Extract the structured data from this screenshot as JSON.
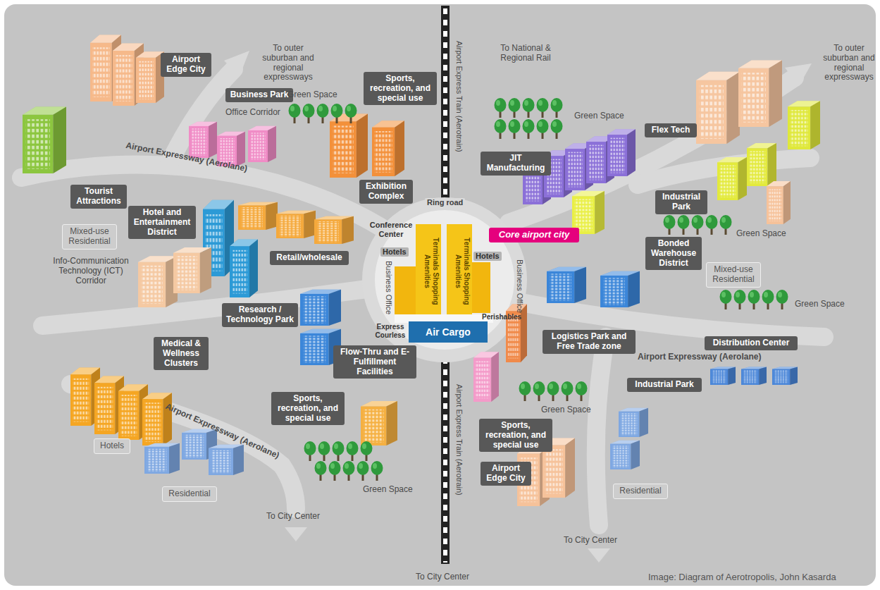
{
  "diagram": {
    "nodes": [
      {
        "text": [
          "Airport Edge City"
        ]
      },
      {
        "text": [
          "Business Park"
        ]
      },
      {
        "text": [
          "Sports, recreation, and special use"
        ]
      },
      {
        "text": [
          "Tourist Attractions"
        ]
      },
      {
        "text": [
          "Hotel and Entertainment District"
        ]
      },
      {
        "text": [
          "Mixed-use Residential"
        ]
      },
      {
        "text": [
          "Exhibition Complex"
        ]
      },
      {
        "text": [
          "Retail/wholesale"
        ]
      },
      {
        "text": [
          "Research / Technology Park"
        ]
      },
      {
        "text": [
          "Medical & Wellness Clusters"
        ]
      },
      {
        "text": [
          "Flow-Thru and E-Fulfillment Facilities"
        ]
      },
      {
        "text": [
          "Sports, recreation, and special use"
        ]
      },
      {
        "text": [
          "Hotels"
        ]
      },
      {
        "text": [
          "Residential"
        ]
      },
      {
        "text": [
          "JIT Manufacturing"
        ]
      },
      {
        "text": [
          "Flex Tech"
        ]
      },
      {
        "text": [
          "Industrial Park"
        ]
      },
      {
        "text": [
          "Core airport city"
        ]
      },
      {
        "text": [
          "Bonded Warehouse District"
        ]
      },
      {
        "text": [
          "Mixed-use Residential"
        ]
      },
      {
        "text": [
          "Logistics Park and Free Trade zone"
        ]
      },
      {
        "text": [
          "Distribution Center"
        ]
      },
      {
        "text": [
          "Industrial Park"
        ]
      },
      {
        "text": [
          "Sports, recreation, and special use"
        ]
      },
      {
        "text": [
          "Airport Edge City"
        ]
      },
      {
        "text": [
          "Residential"
        ]
      },
      {
        "text": [
          "Air Cargo"
        ]
      }
    ],
    "labels": [
      "To outer suburban and regional expressways",
      "Green Space",
      "Office Corridor",
      "Airport Expressway (Aerolane)",
      "Airport Express Train (Aerotrain)",
      "To National & Regional Rail",
      "Green Space",
      "To outer suburban and regional expressways",
      "Ring road",
      "Conference Center",
      "Hotels",
      "Terminals Shopping Amenities",
      "Terminals Shopping Amenities",
      "Hotels",
      "Business Office",
      "Business Office",
      "Info-Communication Technology (ICT) Corridor",
      "Green Space",
      "Green Space",
      "Express Courless",
      "Perishables",
      "Airport Expressway (Aerolane)",
      "Airport Expressway (Aerolane)",
      "Green Space",
      "Green Space",
      "Airport Express Train (Aerotrain)",
      "To City Center",
      "To City Center",
      "To City Center",
      "Image: Diagram of Aerotropolis, John Kasarda"
    ]
  }
}
